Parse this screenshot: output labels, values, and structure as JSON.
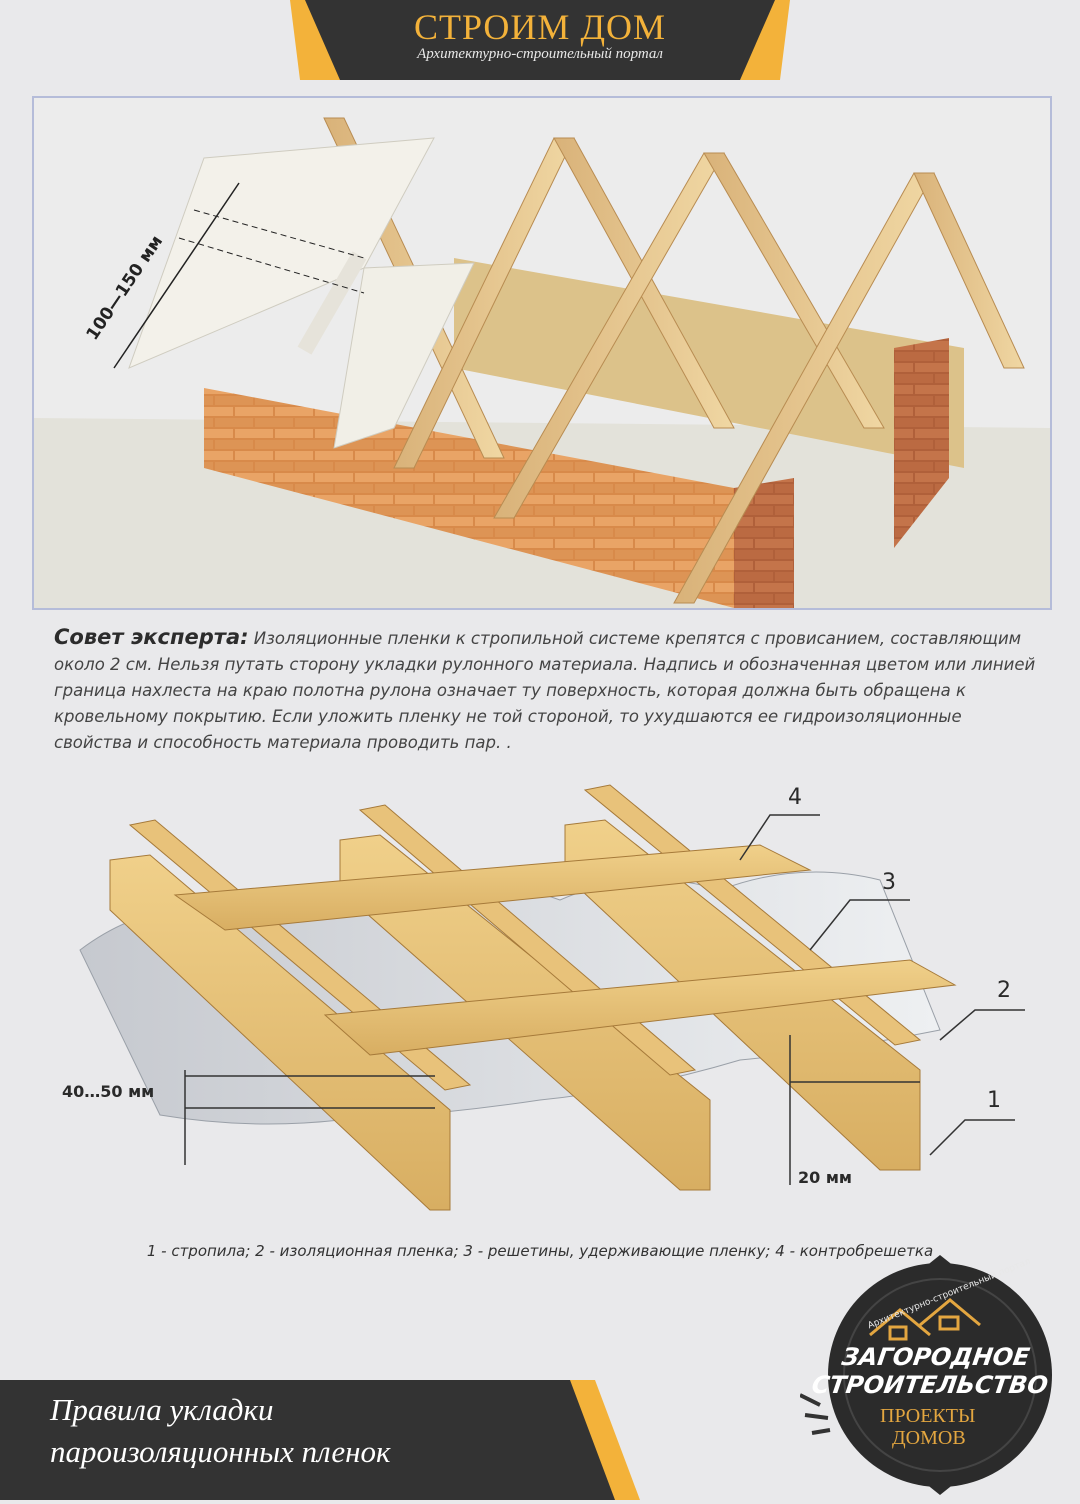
{
  "header": {
    "title": "СТРОИМ ДОМ",
    "subtitle": "Архитектурно-строительный портал",
    "accent_color": "#f3b23a",
    "bar_color": "#333333"
  },
  "illustration1": {
    "dimension_label": "100—150 мм"
  },
  "expert_tip": {
    "lead": "Совет эксперта:",
    "text": "Изоляционные пленки к стропильной системе крепятся с провисанием, составляющим около 2 см. Нельзя путать сторону укладки рулонного материала. Надпись и обозначенная цветом или линией граница нахлеста на краю полотна рулона означает ту поверхность, которая должна быть обращена к кровельному покрытию. Если уложить пленку не той стороной, то ухудшаются ее гидроизоляционные свойства и способность материала проводить пар. ."
  },
  "diagram": {
    "labels": [
      "1",
      "2",
      "3",
      "4"
    ],
    "dim_left": "40…50 мм",
    "dim_right": "20 мм"
  },
  "caption": "1 - стропила; 2 - изоляционная пленка; 3 - решетины, удерживающие пленку; 4 - контробрешетка",
  "footer": {
    "line1": "Правила укладки",
    "line2": "пароизоляционных пленок"
  },
  "badge": {
    "arc_text": "Архитектурно-строительный портал",
    "line1": "ЗАГОРОДНОЕ",
    "line2": "СТРОИТЕЛЬСТВО",
    "line3": "ПРОЕКТЫ",
    "line4": "ДОМОВ"
  }
}
